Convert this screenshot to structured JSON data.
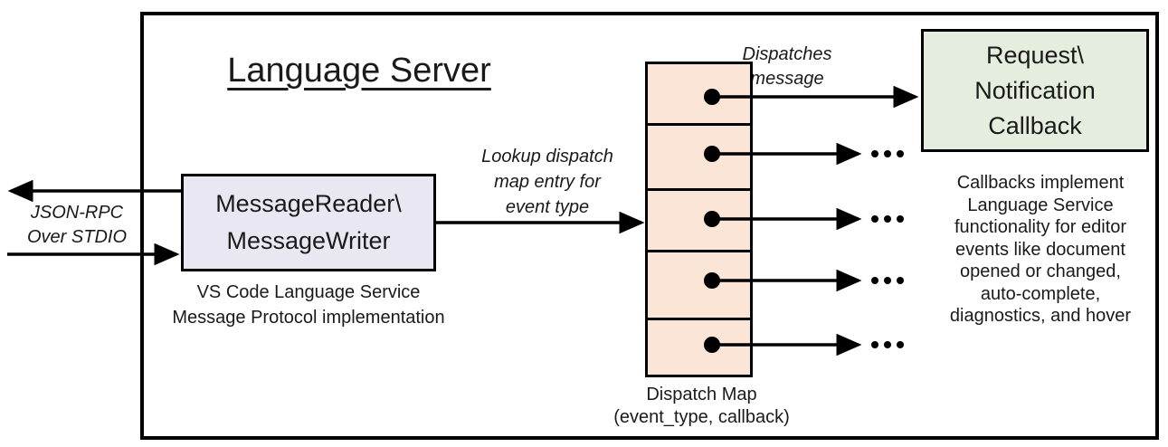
{
  "title": "Language Server",
  "reader_writer_box": {
    "line1": "MessageReader\\",
    "line2": "MessageWriter"
  },
  "reader_writer_caption": {
    "line1": "VS Code Language Service",
    "line2": "Message Protocol implementation"
  },
  "stdio_label": {
    "line1": "JSON-RPC",
    "line2": "Over STDIO"
  },
  "lookup_label": {
    "line1": "Lookup dispatch",
    "line2": "map entry for",
    "line3": "event type"
  },
  "dispatches_label": {
    "line1": "Dispatches",
    "line2": "message"
  },
  "callback_box": {
    "line1": "Request\\",
    "line2": "Notification",
    "line3": "Callback"
  },
  "dispatch_map_caption": {
    "line1": "Dispatch Map",
    "line2": "(event_type, callback)"
  },
  "callbacks_note": {
    "lines": [
      "Callbacks implement",
      "Language Service",
      "functionality for editor",
      "events like document",
      "opened or changed,",
      "auto-complete,",
      "diagnostics, and hover"
    ]
  },
  "colors": {
    "lavender_box_fill": "#E9E8F2",
    "green_box_fill": "#E5EEDE",
    "peach_cell_fill": "#FBE5D6",
    "stroke": "#000000"
  }
}
